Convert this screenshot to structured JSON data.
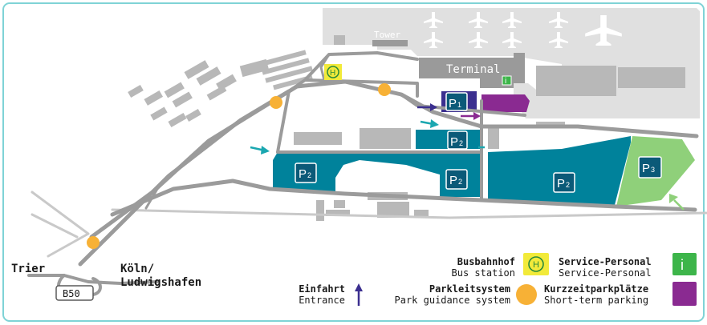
{
  "map": {
    "terminal_label": "Terminal",
    "tower_label": "Tower",
    "highway_label": "B50",
    "direction_left": "Trier",
    "direction_right_line1": "Köln/",
    "direction_right_line2": "Ludwigshafen",
    "parking": [
      {
        "id": "p1",
        "label": "P",
        "sub": "1"
      },
      {
        "id": "p2a",
        "label": "P",
        "sub": "2"
      },
      {
        "id": "p2b",
        "label": "P",
        "sub": "2"
      },
      {
        "id": "p2c",
        "label": "P",
        "sub": "2"
      },
      {
        "id": "p2d",
        "label": "P",
        "sub": "2"
      },
      {
        "id": "p3",
        "label": "P",
        "sub": "3"
      }
    ],
    "bus_icon_letter": "H",
    "info_icon_letter": "i"
  },
  "legend": {
    "bus": {
      "line1": "Busbahnhof",
      "line2": "Bus station",
      "icon_letter": "H"
    },
    "service": {
      "line1": "Service-Personal",
      "line2": "Service-Personal",
      "icon_letter": "i"
    },
    "entrance": {
      "line1": "Einfahrt",
      "line2": "Entrance"
    },
    "guidance": {
      "line1": "Parkleitsystem",
      "line2": "Park guidance system"
    },
    "shortterm": {
      "line1": "Kurzzeitparkplätze",
      "line2": "Short-term parking"
    }
  },
  "colors": {
    "p2_lot": "#00829b",
    "p3_lot": "#8fd07a",
    "short_term": "#8a2a91",
    "badge": "#0b5a78",
    "bus_yellow": "#f2ea3a",
    "info_green": "#3db54a",
    "guidance_orange": "#f7b136",
    "entrance_arrow": "#3b2f8f",
    "teal_arrow": "#1aa7b0",
    "frame": "#7fd3d6"
  }
}
